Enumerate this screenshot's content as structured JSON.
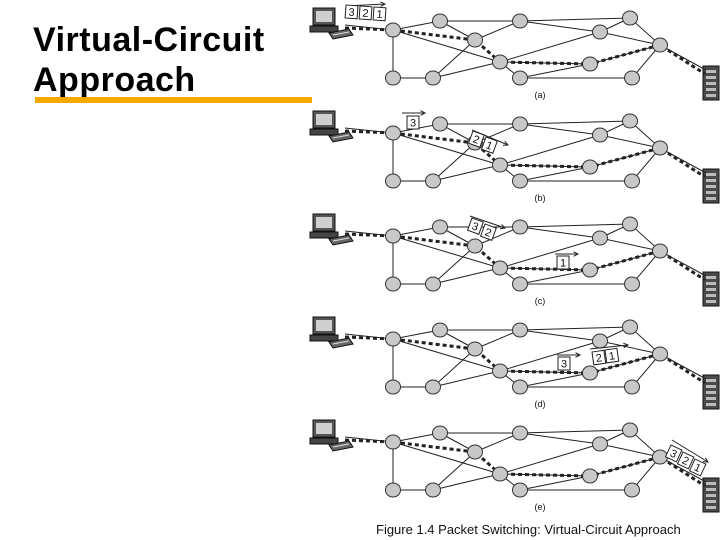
{
  "slide": {
    "title_line1": "Virtual-Circuit",
    "title_line2": "Approach",
    "accent_color": "#f5a800"
  },
  "figure": {
    "caption": "Figure 1.4 Packet Switching: Virtual-Circuit Approach",
    "panels": [
      {
        "label": "(a)",
        "packets": [
          "3",
          "2",
          "1"
        ]
      },
      {
        "label": "(b)",
        "packets": [
          "3",
          "2",
          "1"
        ]
      },
      {
        "label": "(c)",
        "packets": [
          "3",
          "2",
          "1"
        ]
      },
      {
        "label": "(d)",
        "packets": [
          "3",
          "2",
          "1"
        ]
      },
      {
        "label": "(e)",
        "packets": [
          "3",
          "2",
          "1"
        ]
      }
    ],
    "node_color": "#c8c8c8",
    "line_color": "#222222"
  }
}
